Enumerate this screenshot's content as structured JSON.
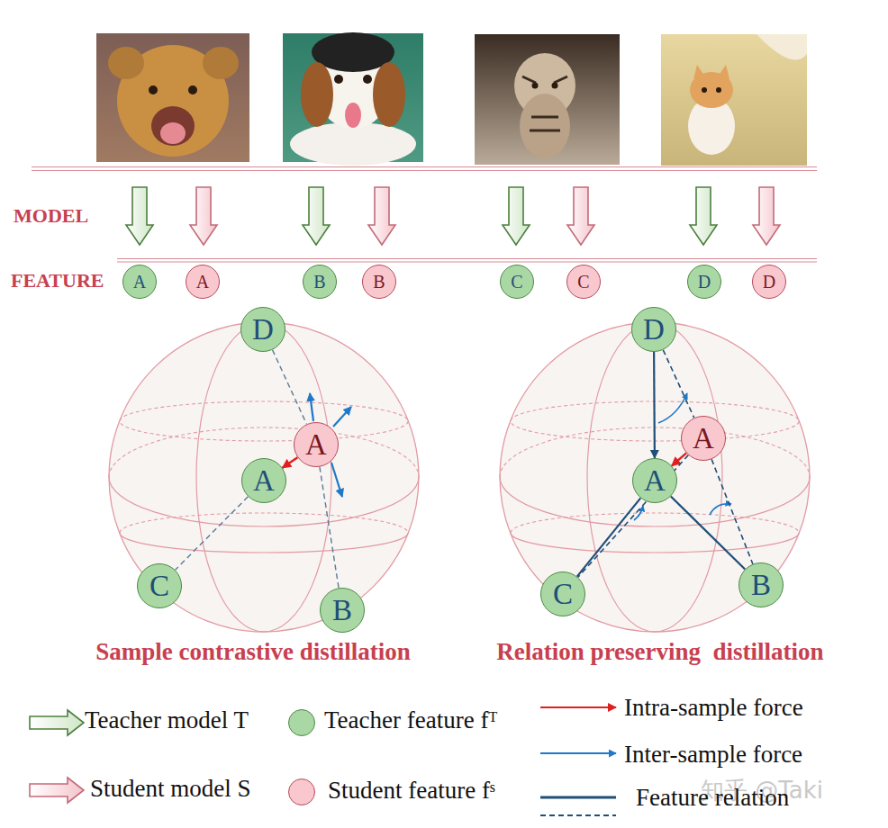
{
  "diagram": {
    "nodes": [
      {
        "text": [
          "A"
        ]
      },
      {
        "text": [
          "A"
        ]
      },
      {
        "text": [
          "B"
        ]
      },
      {
        "text": [
          "B"
        ]
      },
      {
        "text": [
          "C"
        ]
      },
      {
        "text": [
          "C"
        ]
      },
      {
        "text": [
          "D"
        ]
      },
      {
        "text": [
          "D"
        ]
      },
      {
        "text": [
          "D"
        ]
      },
      {
        "text": [
          "A"
        ]
      },
      {
        "text": [
          "A"
        ]
      },
      {
        "text": [
          "C"
        ]
      },
      {
        "text": [
          "B"
        ]
      },
      {
        "text": [
          "D"
        ]
      },
      {
        "text": [
          "A"
        ]
      },
      {
        "text": [
          "A"
        ]
      },
      {
        "text": [
          "C"
        ]
      },
      {
        "text": [
          "B"
        ]
      }
    ],
    "edges": [
      {
        "from": 9,
        "to": 10,
        "arrow": "to"
      },
      {
        "from": 8,
        "to": 9,
        "arrow": "none"
      },
      {
        "from": 10,
        "to": 11,
        "arrow": "none"
      },
      {
        "from": 9,
        "to": 12,
        "arrow": "none"
      },
      {
        "from": 13,
        "to": 15,
        "arrow": "to"
      },
      {
        "from": 15,
        "to": 16,
        "arrow": "none"
      },
      {
        "from": 15,
        "to": 17,
        "arrow": "none"
      },
      {
        "from": 14,
        "to": 15,
        "arrow": "to"
      },
      {
        "from": 13,
        "to": 14,
        "arrow": "none"
      },
      {
        "from": 14,
        "to": 16,
        "arrow": "none"
      },
      {
        "from": 14,
        "to": 17,
        "arrow": "none"
      }
    ],
    "labels": [
      "MODEL",
      "FEATURE",
      "Sample contrastive distillation",
      "Relation preserving  distillation",
      "知乎 @Taki"
    ],
    "legend": [
      {
        "text": "Teacher model T"
      },
      {
        "text": "Teacher feature fᵀ",
        "color": "#a9d8a4"
      },
      {
        "text": "Intra-sample force"
      },
      {
        "text": "Inter-sample force"
      },
      {
        "text": "Student model S"
      },
      {
        "text": "Student feature fˢ",
        "color": "#f9c8cf"
      },
      {
        "text": "Feature relation"
      }
    ]
  }
}
